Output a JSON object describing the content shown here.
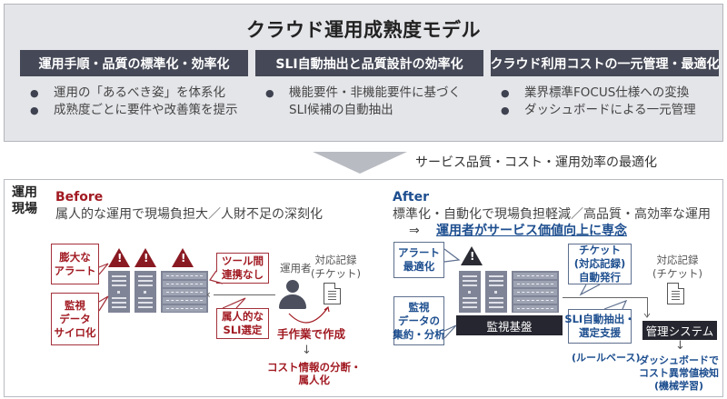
{
  "header": {
    "title": "クラウド運用成熟度モデル"
  },
  "columns": [
    {
      "heading": "運用手順・品質の標準化・効率化",
      "bullets": [
        "運用の「あるべき姿」を体系化",
        "成熟度ごとに要件や改善策を提示"
      ]
    },
    {
      "heading": "SLI自動抽出と品質設計の効率化",
      "bullets": [
        "機能要件・非機能要件に基づく",
        "SLI候補の自動抽出"
      ]
    },
    {
      "heading": "クラウド利用コストの一元管理・最適化",
      "bullets": [
        "業界標準FOCUS仕様への変換",
        "ダッシュボードによる一元管理"
      ]
    }
  ],
  "transition": {
    "result": "サービス品質・コスト・運用効率の最適化"
  },
  "site": {
    "label_line1": "運用",
    "label_line2": "現場"
  },
  "before": {
    "title": "Before",
    "description": "属人的な運用で現場負担大／人財不足の深刻化",
    "callouts": {
      "alerts_l1": "膨大な",
      "alerts_l2": "アラート",
      "silo_l1": "監視",
      "silo_l2": "データ",
      "silo_l3": "サイロ化",
      "tools_l1": "ツール間",
      "tools_l2": "連携なし",
      "sli_l1": "属人的な",
      "sli_l2": "SLI選定"
    },
    "operator_label": "運用者",
    "ticket_l1": "対応記録",
    "ticket_l2": "(チケット)",
    "manual_label": "手作業で作成",
    "down_arrow": "↓",
    "cost_l1": "コスト情報の分断・",
    "cost_l2": "属人化"
  },
  "after": {
    "title": "After",
    "description": "標準化・自動化で現場負担軽減／高品質・高効率な運用",
    "goal_arrow": "⇒",
    "goal": "運用者がサービス価値向上に専念",
    "callouts": {
      "alert_opt_l1": "アラート",
      "alert_opt_l2": "最適化",
      "aggregate_l1": "監視",
      "aggregate_l2": "データの",
      "aggregate_l3": "集約・分析",
      "ticket_auto_l1": "チケット",
      "ticket_auto_l2": "(対応記録)",
      "ticket_auto_l3": "自動発行",
      "sli_auto_l1": "SLI自動抽出・",
      "sli_auto_l2": "選定支援"
    },
    "monitoring_platform": "監視基盤",
    "management_system": "管理システム",
    "rule_based": "(ルールベース)",
    "ticket_l1": "対応記録",
    "ticket_l2": "(チケット)",
    "down_arrow": "↓",
    "dashboard_l1": "ダッシュボードで",
    "dashboard_l2": "コスト異常値検知",
    "dashboard_l3": "(機械学習)"
  },
  "colors": {
    "header_bg": "#454856",
    "panel_bg": "#e4e5e9",
    "before_red": "#a11a22",
    "after_blue": "#1d4e8f",
    "dark_box": "#25262f",
    "server_gray": "#7f8496"
  }
}
